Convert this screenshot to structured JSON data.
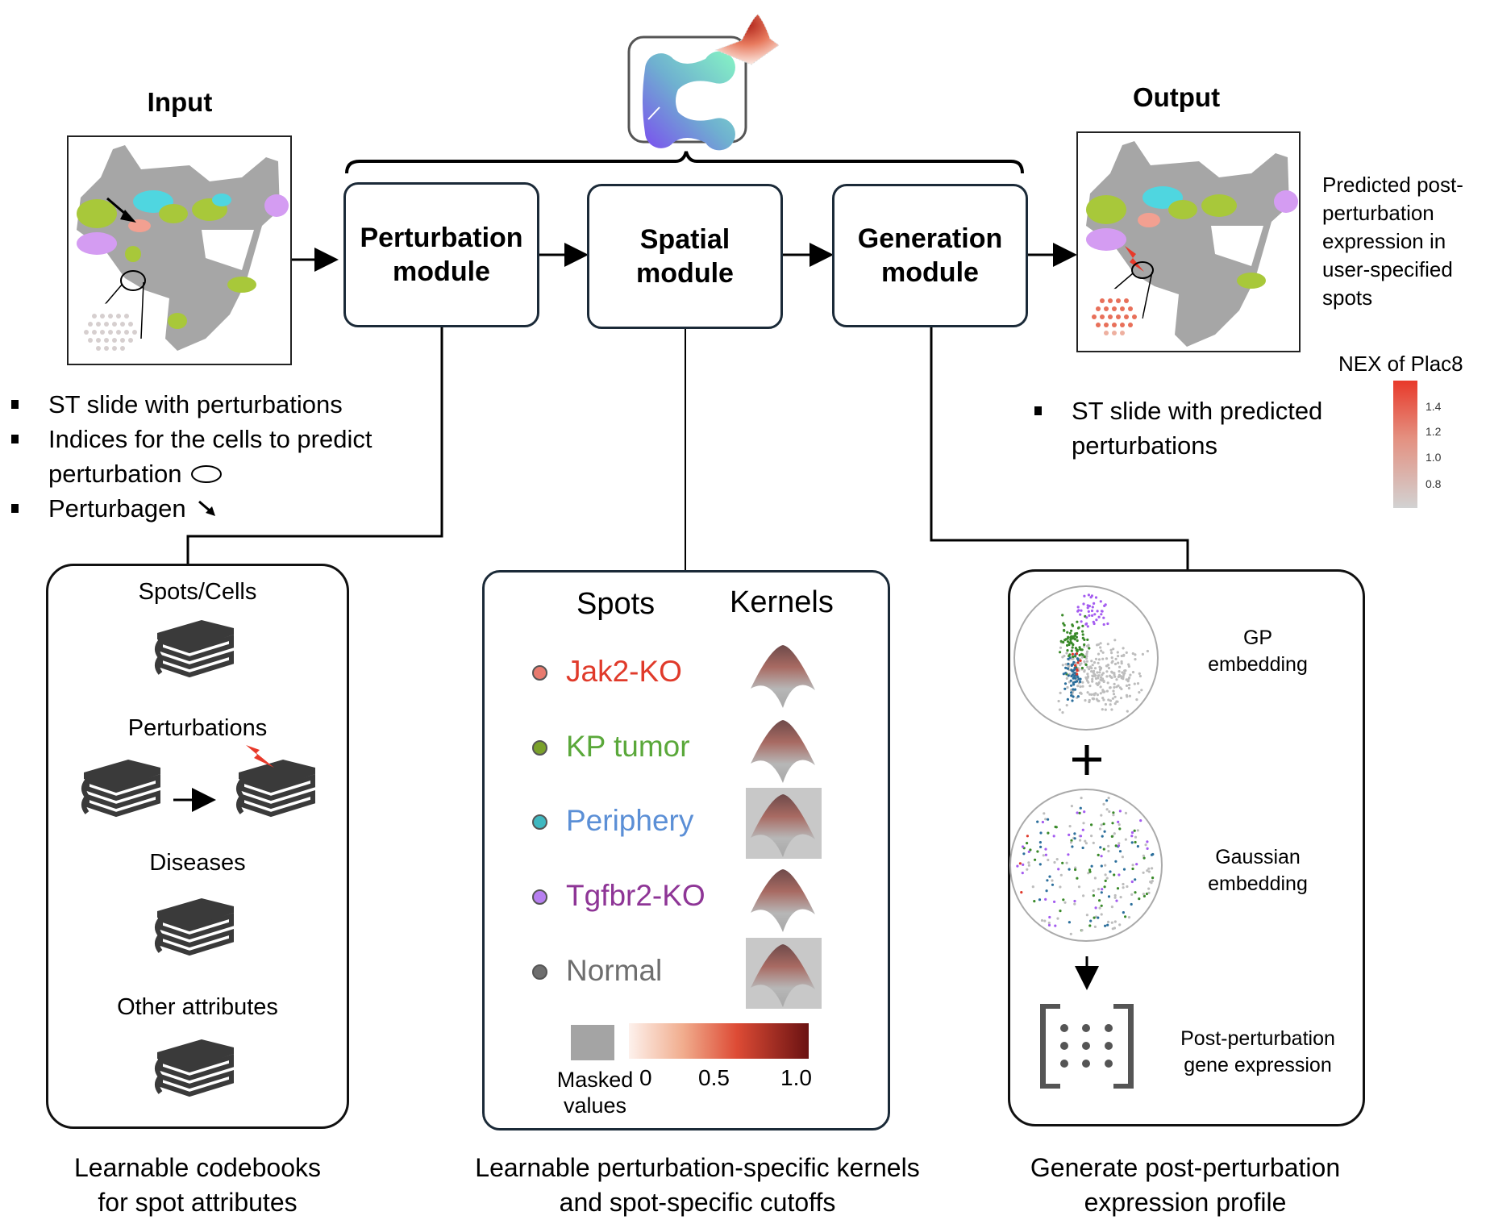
{
  "input": {
    "title": "Input",
    "bullets": [
      "ST slide with perturbations",
      "Indices for the cells to predict",
      "perturbation",
      "Perturbagen"
    ],
    "bullet_icons": [
      "",
      "",
      "ellipse-icon",
      "arrow-down-right-icon"
    ]
  },
  "logo": {
    "icon": "model-logo-icon",
    "accent_peak": "gaussian-peak-icon"
  },
  "modules": [
    {
      "line1": "Perturbation",
      "line2": "module"
    },
    {
      "line1": "Spatial",
      "line2": "module"
    },
    {
      "line1": "Generation",
      "line2": "module"
    }
  ],
  "output": {
    "title": "Output",
    "description": [
      "Predicted post-",
      "perturbation",
      "expression in",
      "user-specified",
      "spots"
    ],
    "bullets": [
      "ST slide with predicted",
      "perturbations"
    ],
    "legend": {
      "title": "NEX of Plac8",
      "ticks": [
        "1.4",
        "1.2",
        "1.0",
        "0.8"
      ],
      "color_low": "#d2d2d2",
      "color_high": "#e8392a"
    }
  },
  "codebooks_panel": {
    "items": [
      "Spots/Cells",
      "Perturbations",
      "Diseases",
      "Other attributes"
    ],
    "caption": [
      "Learnable codebooks",
      "for spot attributes"
    ]
  },
  "kernels_panel": {
    "header_spots": "Spots",
    "header_kernels": "Kernels",
    "rows": [
      {
        "label": "Jak2-KO",
        "text_color": "#e03a2a",
        "dot_color": "#e87a6e",
        "masked": false
      },
      {
        "label": "KP tumor",
        "text_color": "#5aa83a",
        "dot_color": "#7aa12a",
        "masked": false
      },
      {
        "label": "Periphery",
        "text_color": "#5b8fd6",
        "dot_color": "#3fb8c0",
        "masked": true
      },
      {
        "label": "Tgfbr2-KO",
        "text_color": "#8e3596",
        "dot_color": "#b77ff0",
        "masked": false
      },
      {
        "label": "Normal",
        "text_color": "#6e6e6e",
        "dot_color": "#6e6e6e",
        "masked": true
      }
    ],
    "masked_label": [
      "Masked",
      "values"
    ],
    "scale_ticks": [
      "0",
      "0.5",
      "1.0"
    ],
    "caption": [
      "Learnable perturbation-specific kernels",
      "and spot-specific cutoffs"
    ]
  },
  "generation_panel": {
    "gp_label": [
      "GP",
      "embedding"
    ],
    "gaussian_label": [
      "Gaussian",
      "embedding"
    ],
    "plus": "+",
    "output_label": [
      "Post-perturbation",
      "gene expression"
    ],
    "caption": [
      "Generate post-perturbation",
      "expression profile"
    ]
  }
}
